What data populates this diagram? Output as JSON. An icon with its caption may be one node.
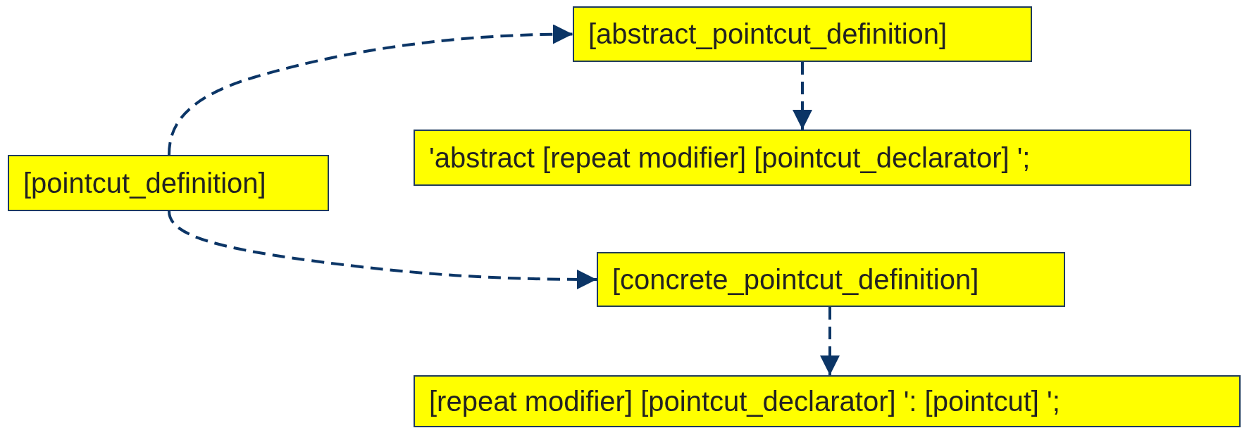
{
  "diagram": {
    "nodes": [
      {
        "text": [
          "[pointcut_definition]"
        ]
      },
      {
        "text": [
          "[abstract_pointcut_definition]"
        ]
      },
      {
        "text": [
          "'abstract [repeat modifier] [pointcut_declarator] ';"
        ]
      },
      {
        "text": [
          "[concrete_pointcut_definition]"
        ]
      },
      {
        "text": [
          "[repeat modifier] [pointcut_declarator] ': [pointcut] ';"
        ]
      }
    ],
    "edges": [
      {
        "from": 0,
        "to": 1,
        "arrow": "to",
        "style": "dashed"
      },
      {
        "from": 1,
        "to": 2,
        "arrow": "to",
        "style": "dashed"
      },
      {
        "from": 0,
        "to": 3,
        "arrow": "to",
        "style": "dashed"
      },
      {
        "from": 3,
        "to": 4,
        "arrow": "to",
        "style": "dashed"
      }
    ]
  }
}
